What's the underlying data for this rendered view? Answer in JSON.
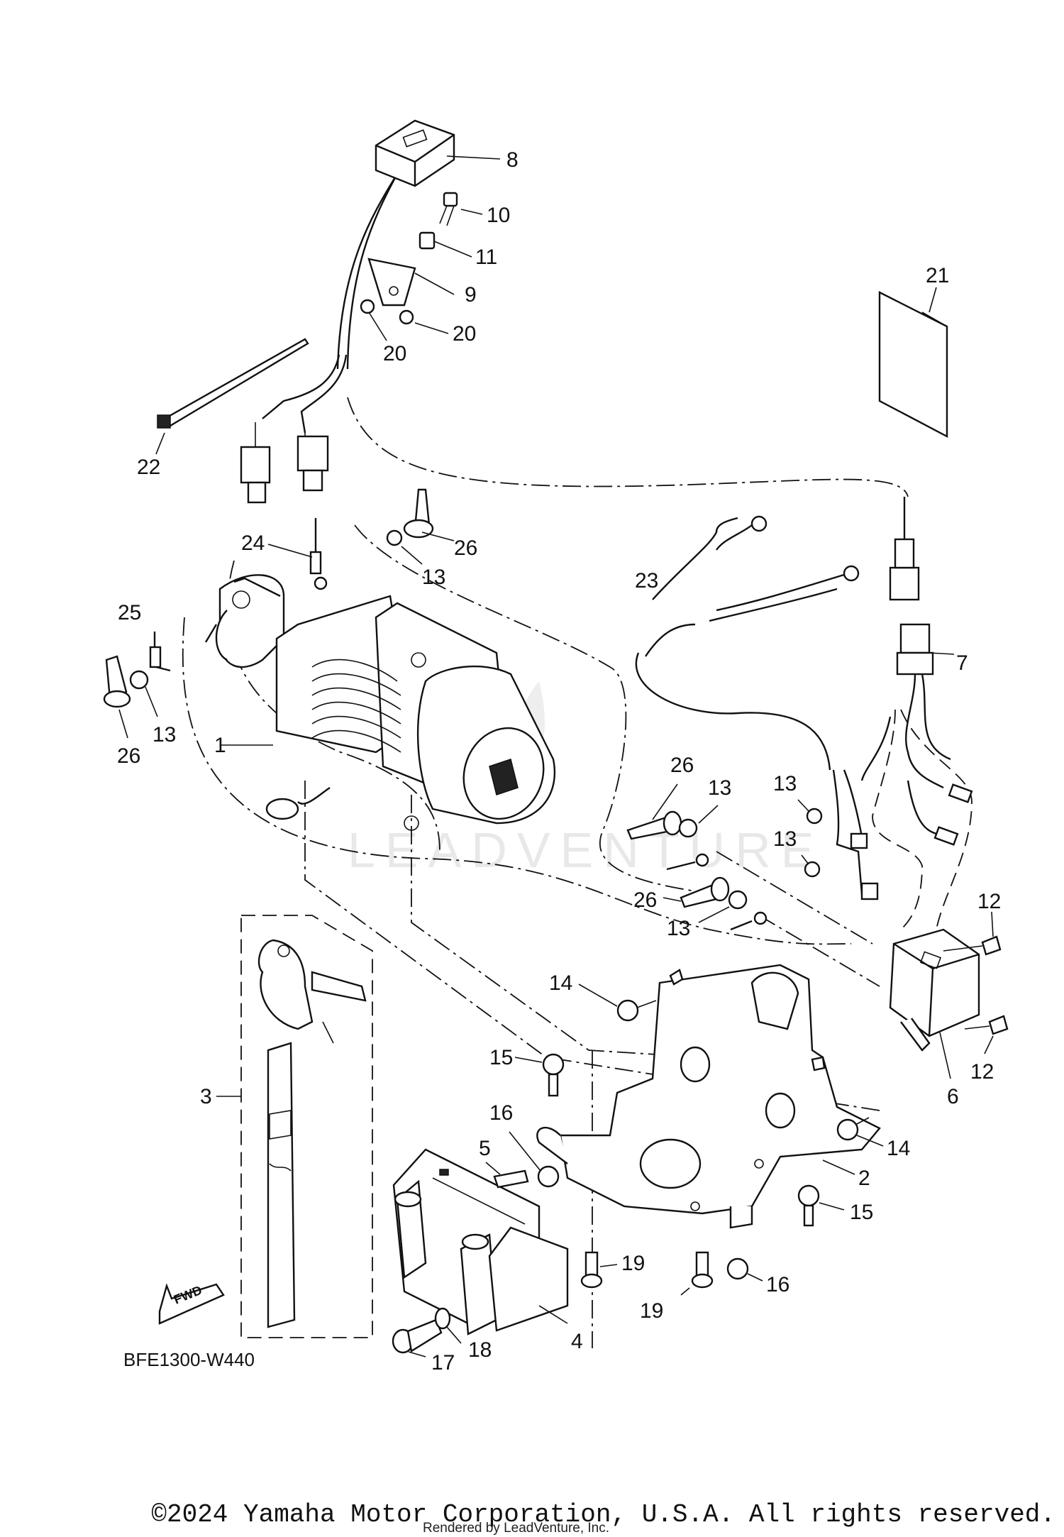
{
  "diagram": {
    "code": "BFE1300-W440",
    "watermark": "LEADVENTURE",
    "fwd_label": "FWD"
  },
  "callouts": {
    "c1": "1",
    "c2": "2",
    "c3": "3",
    "c4": "4",
    "c5": "5",
    "c6": "6",
    "c7": "7",
    "c8": "8",
    "c9": "9",
    "c10": "10",
    "c11": "11",
    "c12a": "12",
    "c12b": "12",
    "c13a": "13",
    "c13b": "13",
    "c13c": "13",
    "c13d": "13",
    "c13e": "13",
    "c13f": "13",
    "c14a": "14",
    "c14b": "14",
    "c15a": "15",
    "c15b": "15",
    "c16a": "16",
    "c16b": "16",
    "c17": "17",
    "c18": "18",
    "c19a": "19",
    "c19b": "19",
    "c20a": "20",
    "c20b": "20",
    "c21": "21",
    "c22": "22",
    "c23": "23",
    "c24": "24",
    "c25": "25",
    "c26a": "26",
    "c26b": "26",
    "c26c": "26",
    "c26d": "26"
  },
  "footer": {
    "copyright": "©2024 Yamaha Motor Corporation, U.S.A. All rights reserved.",
    "rendered_by": "Rendered by LeadVenture, Inc."
  }
}
